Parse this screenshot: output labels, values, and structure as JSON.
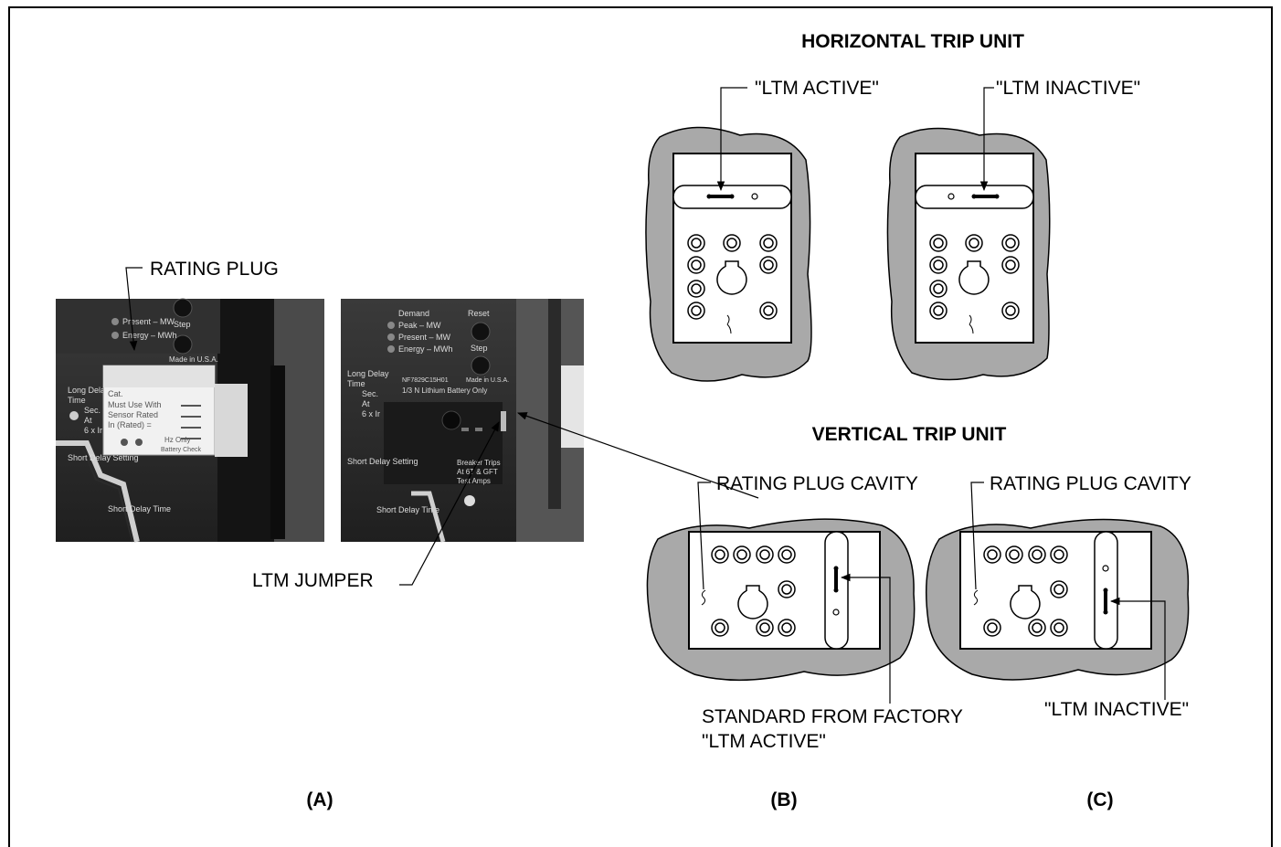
{
  "titles": {
    "horizontal": "HORIZONTAL TRIP UNIT",
    "vertical": "VERTICAL TRIP UNIT"
  },
  "labels": {
    "rating_plug": "RATING PLUG",
    "ltm_jumper": "LTM JUMPER",
    "ltm_active_h": "\"LTM ACTIVE\"",
    "ltm_inactive_h": "\"LTM INACTIVE\"",
    "rating_plug_cavity_b": "RATING PLUG CAVITY",
    "rating_plug_cavity_c": "RATING PLUG CAVITY",
    "standard_from_factory": "STANDARD FROM FACTORY",
    "ltm_active_v": "\"LTM ACTIVE\"",
    "ltm_inactive_v": "\"LTM INACTIVE\""
  },
  "captions": {
    "a": "(A)",
    "b": "(B)",
    "c": "(C)"
  },
  "photo_left": {
    "present_mw": "Present – MW",
    "energy_mwh": "Energy – MWh",
    "step": "Step",
    "long_delay": "Long Delay",
    "time": "Time",
    "sec": "Sec.",
    "at": "At",
    "six_ir": "6 x Ir",
    "cat": "Cat.",
    "must_use_with": "Must Use With",
    "sensor_rated": "Sensor Rated",
    "in_rated": "In (Rated) =",
    "hz_only": "Hz Only",
    "battery_check": "Battery Check",
    "short_delay_setting": "Short Delay Setting",
    "short_delay_time": "Short Delay Time",
    "made_in_usa": "Made in U.S.A."
  },
  "photo_right": {
    "demand": "Demand",
    "peak_mw": "Peak – MW",
    "present_mw": "Present – MW",
    "energy_mwh": "Energy – MWh",
    "reset": "Reset",
    "step": "Step",
    "long_delay": "Long Delay",
    "time": "Time",
    "sec": "Sec.",
    "at": "At",
    "six_ir": "6 x Ir",
    "model": "NF7829C15H01",
    "made_in_usa": "Made in U.S.A.",
    "battery": "1/3 N Lithium Battery Only",
    "short_delay_setting": "Short Delay Setting",
    "short_delay_time": "Short Delay Time",
    "breaker_trips": "Breaker Trips",
    "at_gft": "At 6T & GFT",
    "test_amps": "Test Amps"
  },
  "colors": {
    "housing_gray": "#a9a9a9",
    "photo_dark": "#2b2b2b",
    "line": "#000000"
  }
}
